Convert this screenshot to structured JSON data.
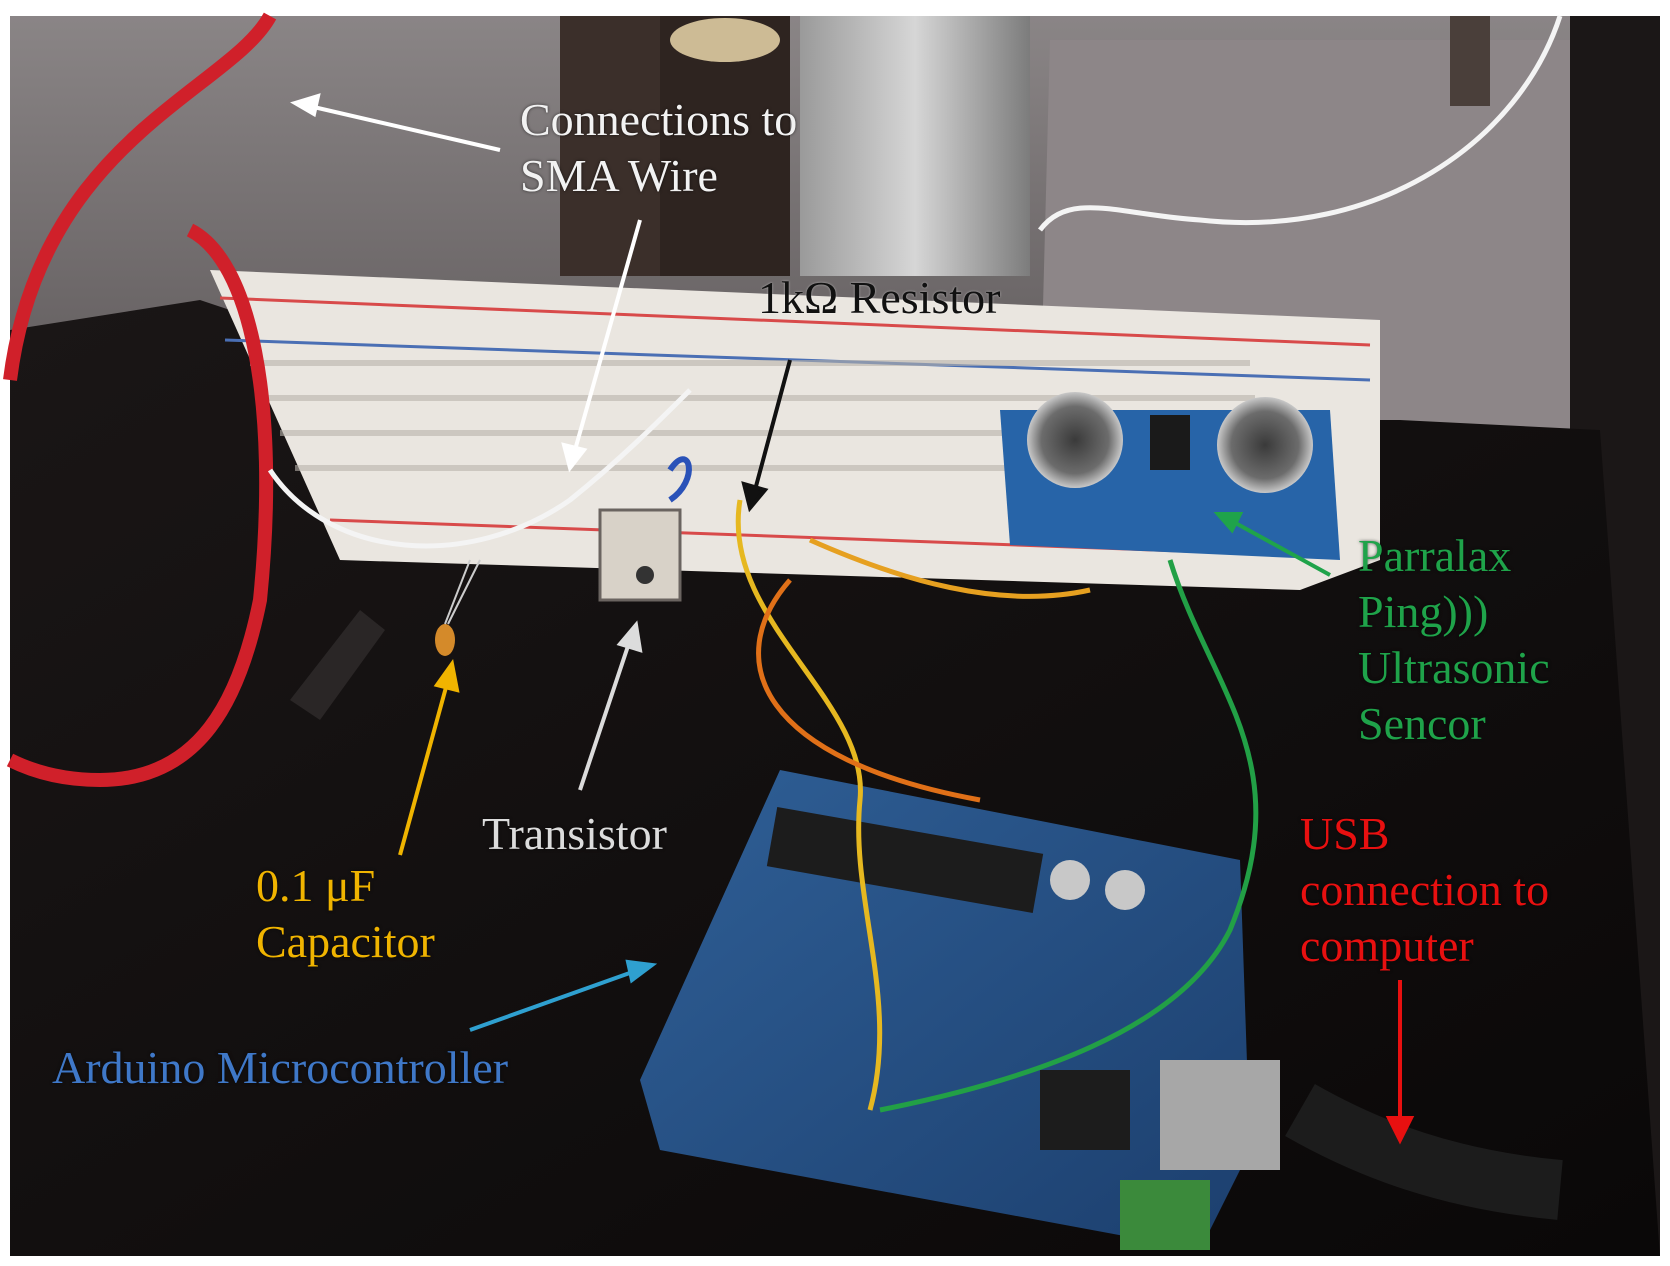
{
  "labels": {
    "sma_line1": "Connections to",
    "sma_line2": "SMA Wire",
    "resistor": "1kΩ Resistor",
    "sensor_line1": "Parralax",
    "sensor_line2": "Ping)))",
    "sensor_line3": "Ultrasonic",
    "sensor_line4": "Sencor",
    "transistor": "Transistor",
    "capacitor_line1": "0.1 μF",
    "capacitor_line2": "Capacitor",
    "usb_line1": "USB",
    "usb_line2": "connection to",
    "usb_line3": "computer",
    "arduino": "Arduino Microcontroller"
  },
  "colors": {
    "sma_label": "#f2f2f2",
    "resistor_label": "#111111",
    "sensor_label": "#1fa34a",
    "transistor_label": "#dcdcdc",
    "capacitor_label": "#f0b400",
    "usb_label": "#e81010",
    "arduino_label": "#3f78c8"
  }
}
